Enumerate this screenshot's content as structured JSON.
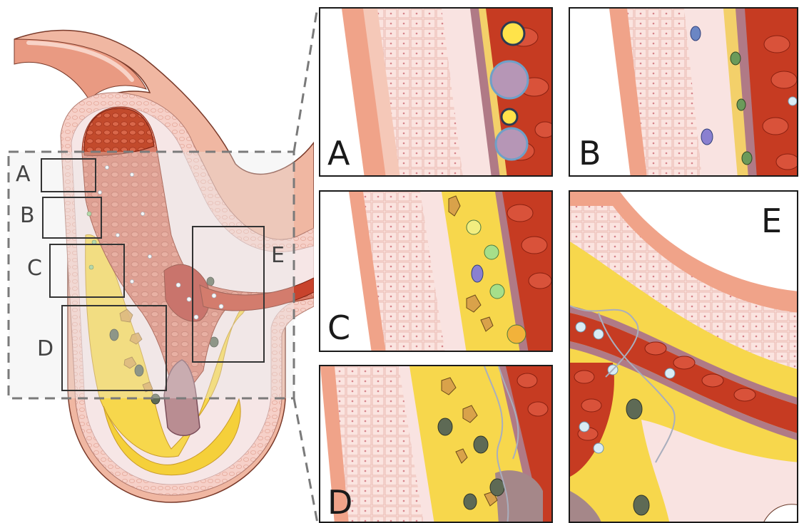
{
  "overview": {
    "zones": [
      {
        "letter": "A"
      },
      {
        "letter": "B"
      },
      {
        "letter": "C"
      },
      {
        "letter": "D"
      },
      {
        "letter": "E"
      }
    ]
  },
  "panels": [
    {
      "letter": "A"
    },
    {
      "letter": "B"
    },
    {
      "letter": "C"
    },
    {
      "letter": "D"
    },
    {
      "letter": "E"
    }
  ],
  "colors": {
    "adventitia": "#f2b49a",
    "media": "#f7dcd6",
    "intima": "#fbe9e6",
    "lumen": "#c9421f",
    "plaque_lipid": "#f7d74c",
    "frame": "#1a1a1a",
    "dashed_frame": "#7a7a7a"
  }
}
